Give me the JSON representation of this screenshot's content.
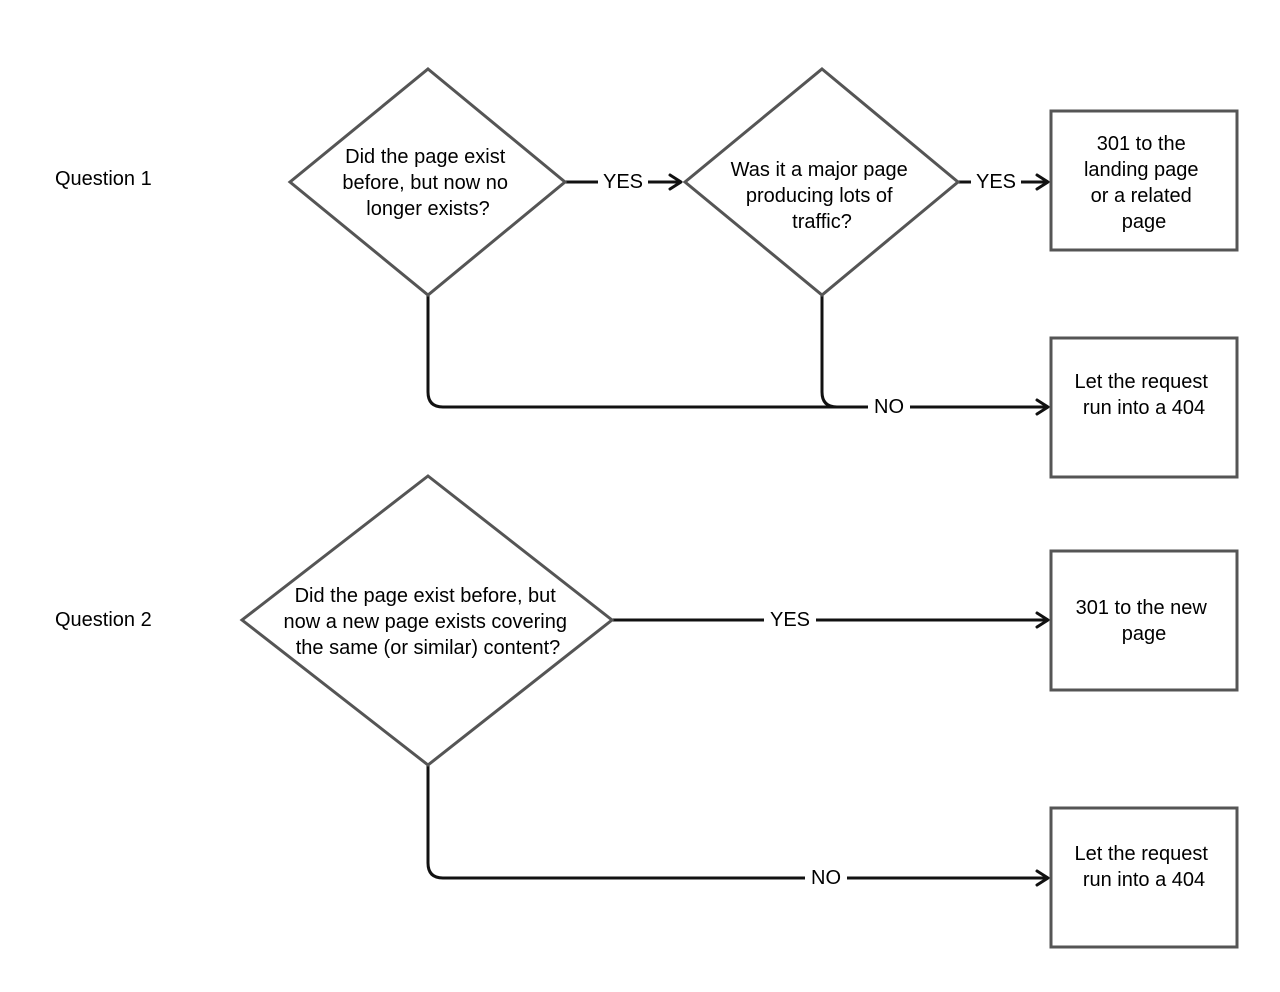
{
  "rows": {
    "question1": "Question 1",
    "question2": "Question 2"
  },
  "decisions": {
    "q1_exists": [
      "Did the page exist",
      "before, but now no",
      "longer exists?"
    ],
    "q1_major": [
      "Was it a major page",
      "producing lots of",
      "traffic?"
    ],
    "q2_replaced": [
      "Did the page exist before, but",
      "now a new page exists covering",
      "the same (or similar) content?"
    ]
  },
  "outcomes": {
    "q1_redirect": [
      "301 to the",
      "landing page",
      "or a related",
      "page"
    ],
    "q1_404": [
      "Let the request",
      "run into a 404"
    ],
    "q2_redirect": [
      "301 to the new",
      "page"
    ],
    "q2_404": [
      "Let the request",
      "run into a 404"
    ]
  },
  "edges": {
    "yes": "YES",
    "no": "NO"
  },
  "colors": {
    "shape_stroke": "#555555",
    "connector": "#111111",
    "background": "#ffffff"
  }
}
